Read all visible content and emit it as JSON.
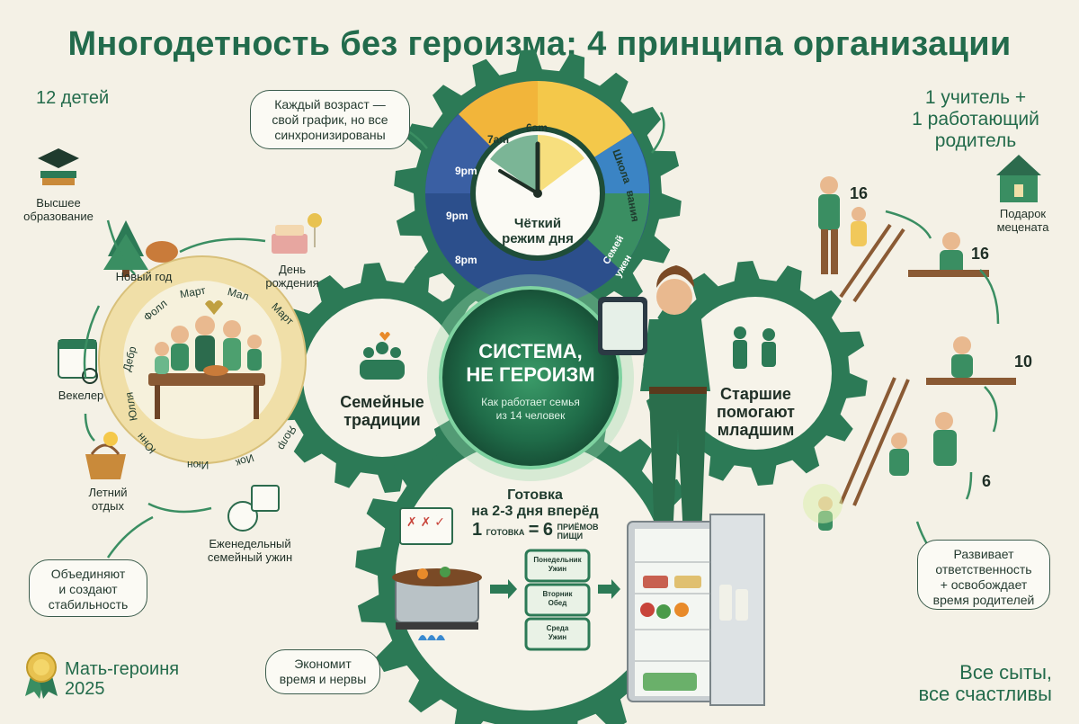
{
  "title": "Многодетность без героизма: 4 принципа организации",
  "kids_count": "12 детей",
  "parents": [
    "1 учитель +",
    "1 работающий",
    "родитель"
  ],
  "center": {
    "title_line1": "СИСТЕМА,",
    "title_line2": "НЕ ГЕРОИЗМ",
    "subtitle_line1": "Как работает семья",
    "subtitle_line2": "из 14 человек"
  },
  "schedule": {
    "bubble": [
      "Каждый возраст —",
      "свой график, но все",
      "синхронизированы"
    ],
    "clock_label": [
      "Чёткий",
      "режим дня"
    ],
    "times": [
      "6am",
      "7am",
      "9pm",
      "9pm",
      "8pm"
    ],
    "segments": [
      "Школа",
      "вания",
      "Семей",
      "ужен"
    ]
  },
  "traditions": {
    "gear_label": [
      "Семейные",
      "традиции"
    ],
    "wheel_months": [
      "Март",
      "Мал",
      "Март",
      "Фолл",
      "Дебр",
      "Юлля",
      "Юнн",
      "Июн",
      "Иок",
      "Яолр"
    ],
    "higher_education": [
      "Высшее",
      "образование"
    ],
    "new_year": "Новый год",
    "birthday": [
      "День",
      "рождения"
    ],
    "calendar": "Векелер",
    "summer": [
      "Летний",
      "отдых"
    ],
    "weekly_dinner": [
      "Еженедельный",
      "семейный ужин"
    ],
    "bubble": [
      "Объединяют",
      "и создают",
      "стабильность"
    ]
  },
  "elders": {
    "gear_label": [
      "Старшие",
      "помогают",
      "младшим"
    ],
    "gift_label": [
      "Подарок",
      "мецената"
    ],
    "ages": [
      "16",
      "16",
      "10",
      "6"
    ],
    "bubble": [
      "Развивает",
      "ответственность",
      "+ освобождает",
      "время родителей"
    ]
  },
  "cooking": {
    "title_line1": "Готовка",
    "title_line2": "на 2-3 дня вперёд",
    "eq_left_num": "1",
    "eq_left_word": "ГОТОВКА",
    "eq_sign": "=",
    "eq_right_num": "6",
    "eq_right_word1": "ПРИЁМОВ",
    "eq_right_word2": "ПИЩИ",
    "containers": [
      [
        "Понедельник",
        "Ужин"
      ],
      [
        "Вторник",
        "Обед"
      ],
      [
        "Среда",
        "Ужин"
      ]
    ],
    "bubble": [
      "Экономит",
      "время и нервы"
    ]
  },
  "footer": {
    "award_line1": "Мать-героиня",
    "award_line2": "2025",
    "right_line1": "Все сыты,",
    "right_line2": "все счастливы"
  },
  "colors": {
    "dark_green": "#1f5f43",
    "gear_green": "#2c7a56",
    "accent_green": "#3a8e62",
    "bg": "#f4f1e6",
    "clock_yellow": "#f4c84a",
    "clock_blue": "#2c4f8c"
  }
}
